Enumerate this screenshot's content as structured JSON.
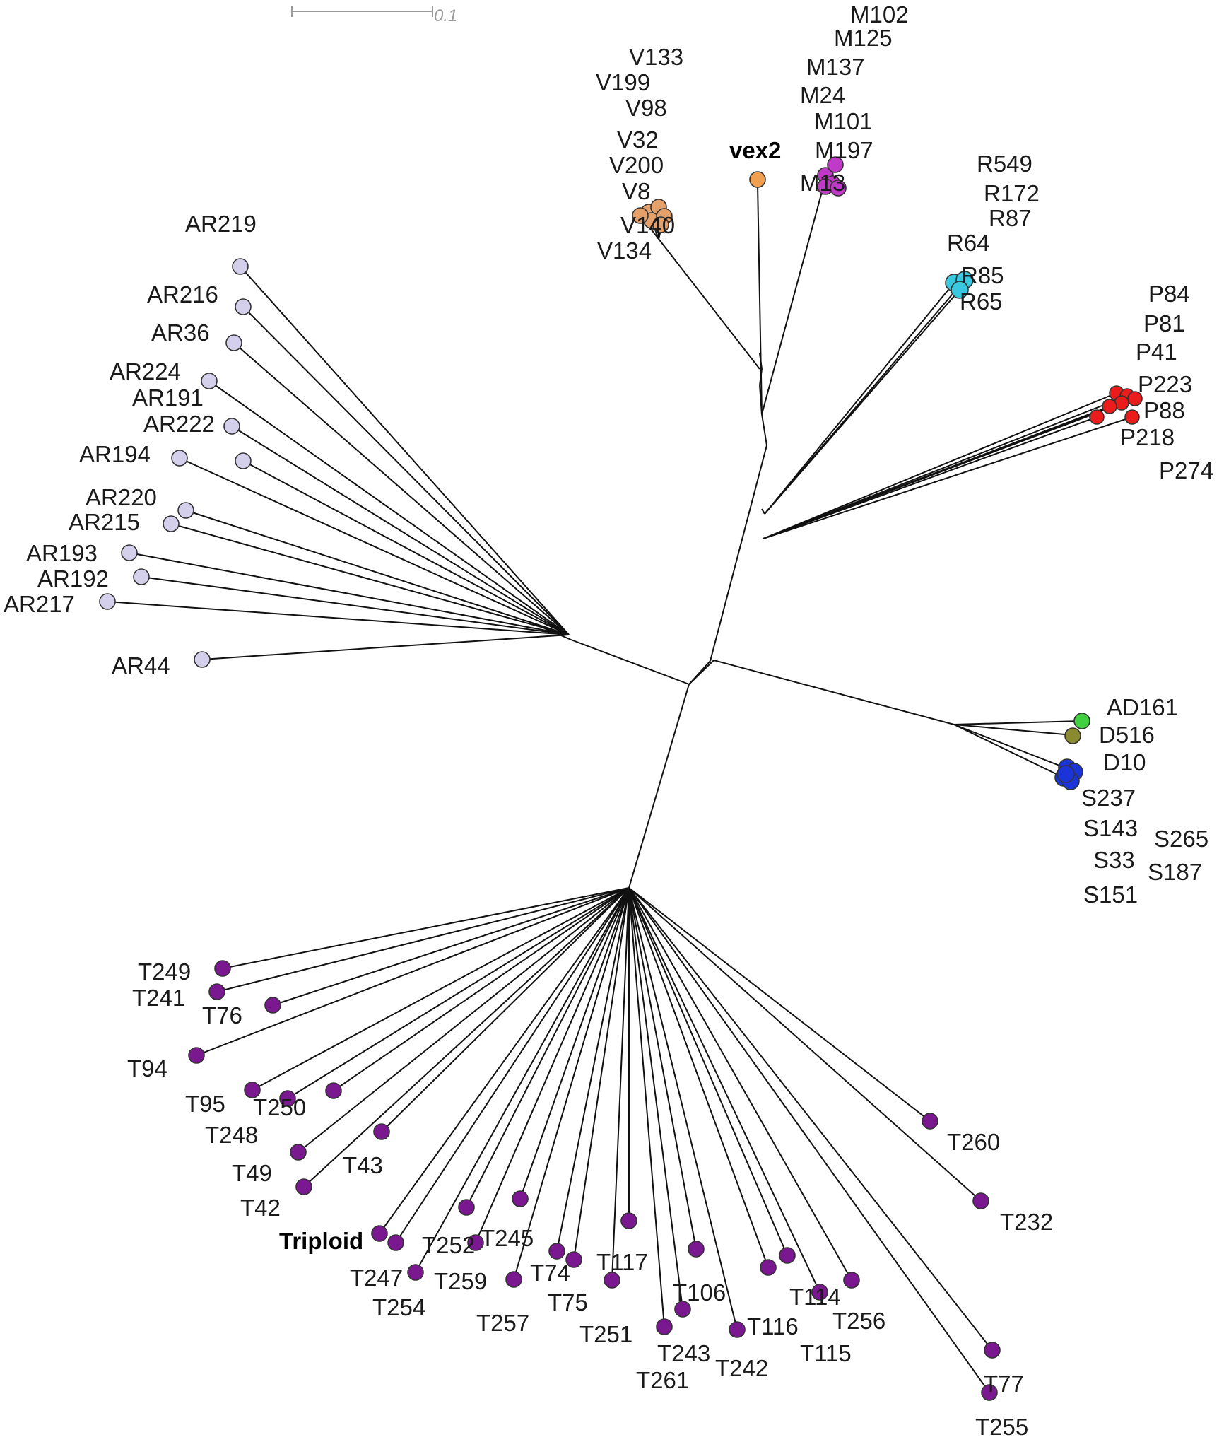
{
  "scale_bar": {
    "label": "0.1"
  },
  "colors": {
    "AR": "#d4d0ec",
    "V": "#e6a06a",
    "vex": "#f0a050",
    "M": "#c03ac8",
    "R": "#38c8e0",
    "P": "#ea1c1c",
    "AD": "#40d040",
    "D": "#8a8a30",
    "S": "#1a34d8",
    "T": "#7a1890",
    "branch": "#111111"
  },
  "clades": {
    "AR": [
      "AR219",
      "AR216",
      "AR36",
      "AR224",
      "AR191",
      "AR222",
      "AR194",
      "AR220",
      "AR215",
      "AR193",
      "AR192",
      "AR217",
      "AR44"
    ],
    "V": [
      "V133",
      "V199",
      "V98",
      "V32",
      "V200",
      "V8",
      "V140",
      "V134"
    ],
    "vex": [
      "vex2"
    ],
    "M": [
      "M102",
      "M125",
      "M137",
      "M24",
      "M101",
      "M197",
      "M13"
    ],
    "R": [
      "R549",
      "R172",
      "R87",
      "R64",
      "R85",
      "R65"
    ],
    "P": [
      "P84",
      "P81",
      "P41",
      "P223",
      "P88",
      "P218",
      "P274"
    ],
    "A": [
      "AD161",
      "D516",
      "D10"
    ],
    "S": [
      "S237",
      "S143",
      "S265",
      "S33",
      "S187",
      "S151"
    ],
    "T": [
      "T249",
      "T241",
      "T76",
      "T94",
      "T95",
      "T250",
      "T248",
      "T49",
      "T43",
      "T42",
      "Triploid",
      "T252",
      "T245",
      "T247",
      "T254",
      "T259",
      "T257",
      "T74",
      "T75",
      "T117",
      "T251",
      "T106",
      "T243",
      "T261",
      "T242",
      "T116",
      "T114",
      "T115",
      "T256",
      "T260",
      "T232",
      "T77",
      "T255"
    ]
  }
}
